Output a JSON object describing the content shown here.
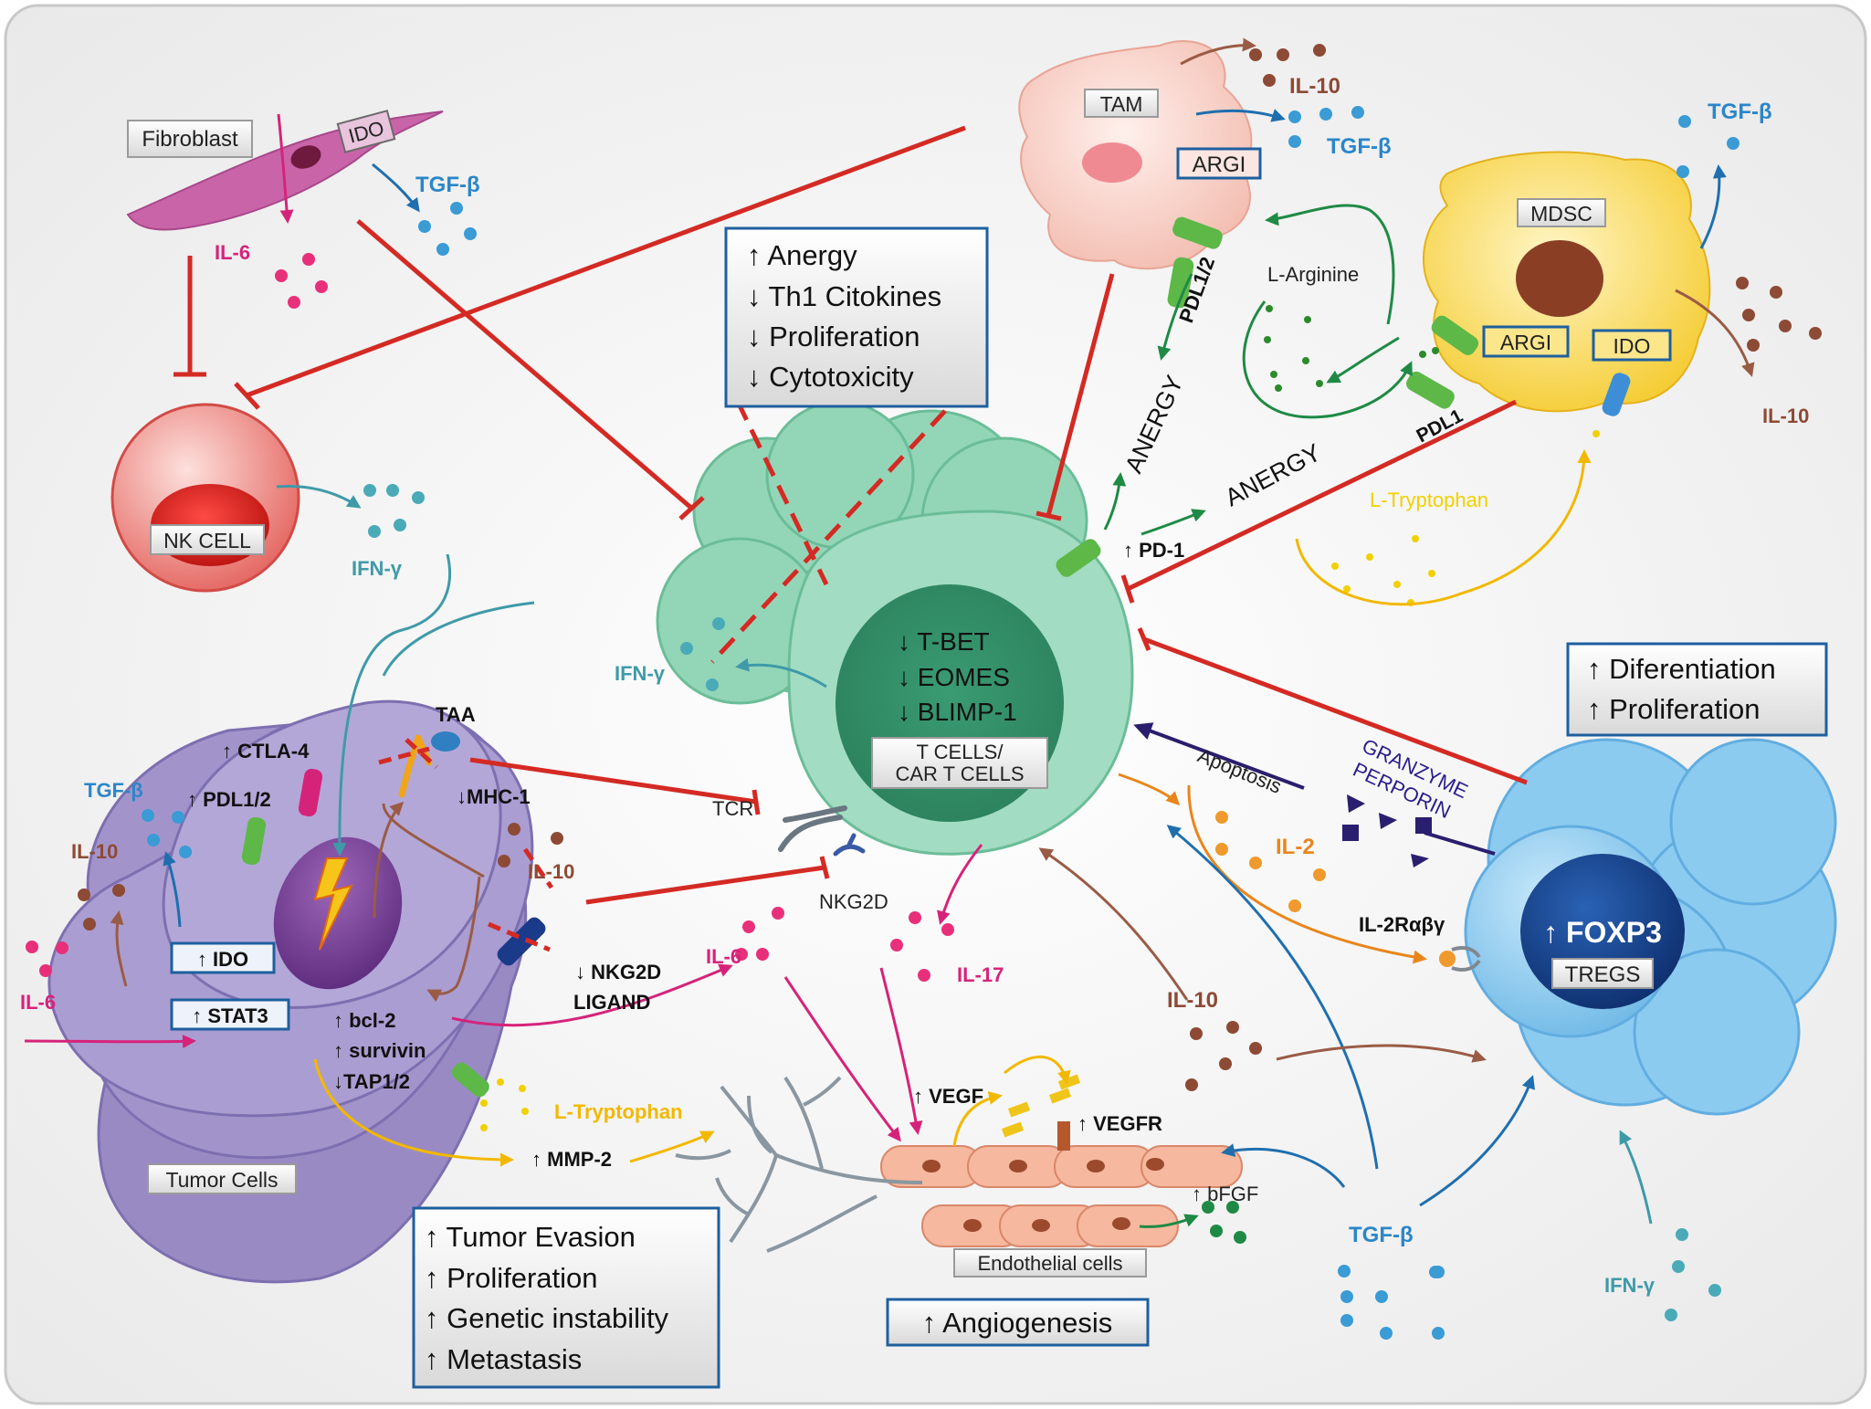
{
  "cells": {
    "fibroblast": "Fibroblast",
    "nk_cell": "NK CELL",
    "tam": "TAM",
    "mdsc": "MDSC",
    "t_cells_line1": "T CELLS/",
    "t_cells_line2": "CAR T CELLS",
    "tregs": "TREGS",
    "tumor_cells": "Tumor Cells",
    "endothelial_cells": "Endothelial cells"
  },
  "enzymes": {
    "ido": "IDO",
    "argi": "ARGI",
    "ido_tumor": "↑ IDO",
    "stat3_tumor": "↑ STAT3"
  },
  "cytokines": {
    "tgf_beta": "TGF-β",
    "il_6": "IL-6",
    "il_10": "IL-10",
    "ifn_gamma": "IFN-γ",
    "il_2": "IL-2",
    "il_17": "IL-17"
  },
  "metabolites": {
    "l_arginine": "L-Arginine",
    "l_tryptophan": "L-Tryptophan"
  },
  "receptors": {
    "pdl1_2": "PDL1/2",
    "pdl1": "PDL1",
    "pd1": "↑ PD-1",
    "tcr": "TCR",
    "nkg2d": "NKG2D",
    "il2r": "IL-2Rαβγ",
    "taa": "TAA",
    "mhc1": "↓MHC-1",
    "ctla4": "↑ CTLA-4",
    "pdl1_2_tumor": "↑ PDL1/2",
    "nkg2d_ligand_line1": "↓ NKG2D",
    "nkg2d_ligand_line2": "LIGAND",
    "vegf": "↑ VEGF",
    "vegfr": "↑ VEGFR",
    "bfgf": "↑ bFGF",
    "mmp2": "↑ MMP-2"
  },
  "tumor_markers": [
    "↑ bcl-2",
    "↑ survivin",
    "↓TAP1/2"
  ],
  "labels": {
    "anergy": "ANERGY",
    "apoptosis": "Apoptosis",
    "granzyme": "GRANZYME",
    "perporin": "PERPORIN",
    "foxp3": "↑ FOXP3"
  },
  "t_cell_nucleus": [
    "↓ T-BET",
    "↓ EOMES",
    "↓ BLIMP-1"
  ],
  "boxes": {
    "tcell_effects": [
      "↑ Anergy",
      "↓ Th1 Citokines",
      "↓ Proliferation",
      "↓ Cytotoxicity"
    ],
    "treg_effects": [
      "↑ Diferentiation",
      "↑ Proliferation"
    ],
    "tumor_effects": [
      "↑ Tumor Evasion",
      "↑ Proliferation",
      "↑ Genetic instability",
      "↑ Metastasis"
    ],
    "angiogenesis": "↑ Angiogenesis"
  },
  "colors": {
    "inhibition_red": "#d42a24",
    "tcell_green": "#8fd3b5",
    "treg_blue": "#7ec3ea",
    "tumor_purple": "#9a8ac4",
    "tam_pink": "#f6c6bc",
    "mdsc_yellow": "#f6d33c",
    "fibroblast_magenta": "#c964a9",
    "nk_red": "#e85b57",
    "box_blue": "#1e5f9e"
  }
}
